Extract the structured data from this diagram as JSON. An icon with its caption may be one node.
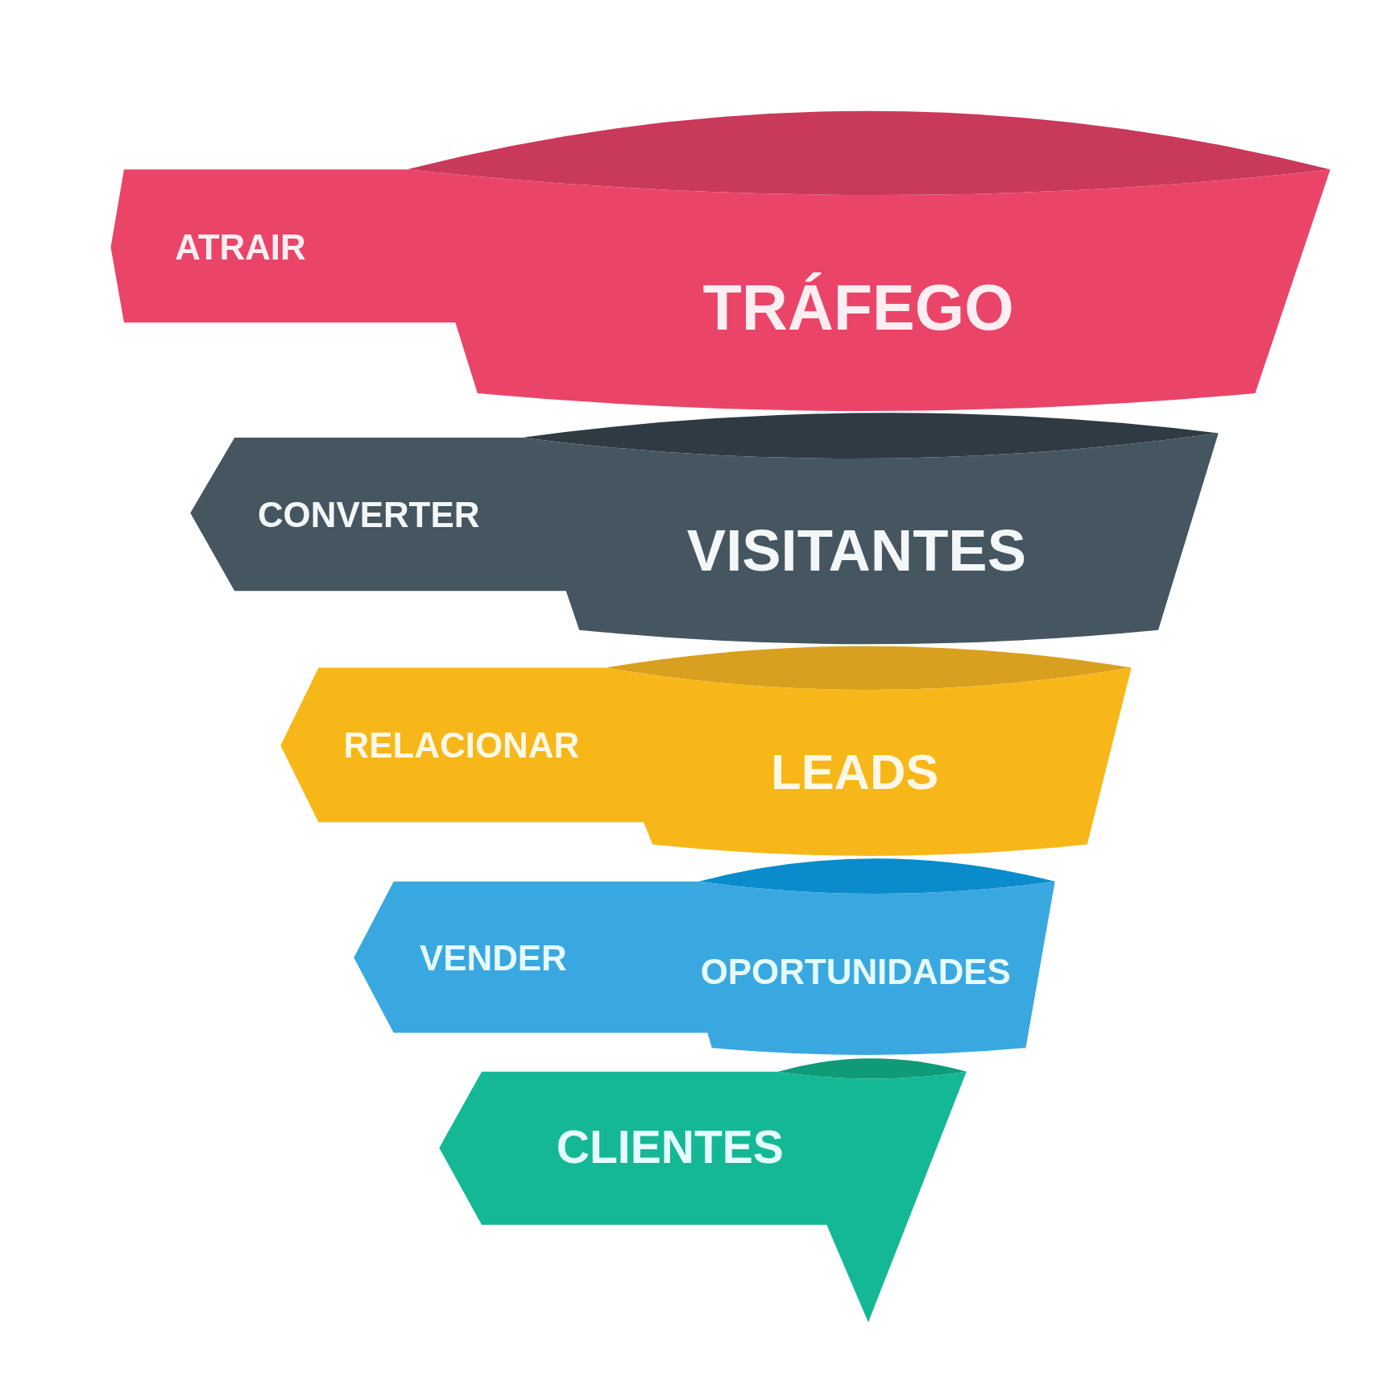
{
  "diagram": {
    "nodes": [
      {
        "text": [
          "ATRAIR",
          "TRÁFEGO"
        ]
      },
      {
        "text": [
          "CONVERTER",
          "VISITANTES"
        ]
      },
      {
        "text": [
          "RELACIONAR",
          "LEADS"
        ]
      },
      {
        "text": [
          "VENDER",
          "OPORTUNIDADES"
        ]
      },
      {
        "text": [
          "CLIENTES"
        ]
      }
    ]
  }
}
